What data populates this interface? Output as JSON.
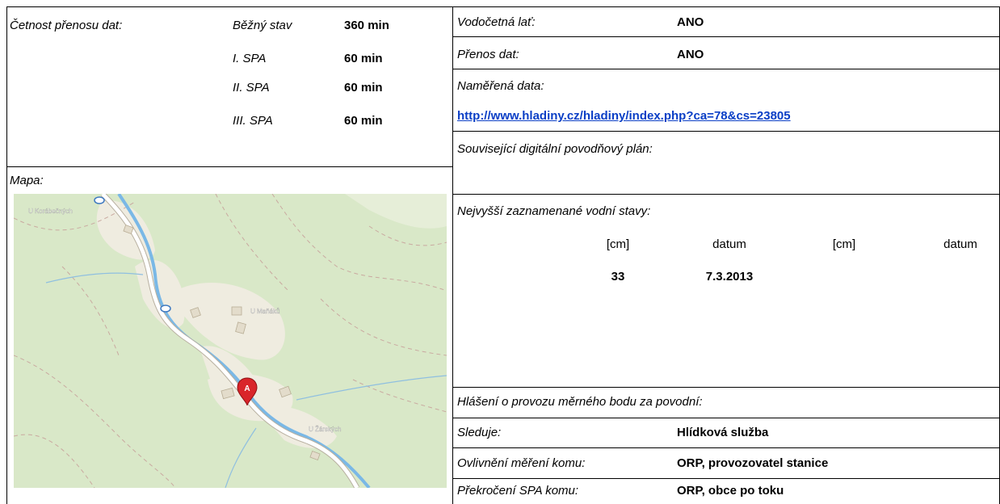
{
  "left": {
    "frequency_label": "Četnost přenosu dat:",
    "rows": [
      {
        "state": "Běžný stav",
        "value": "360 min"
      },
      {
        "state": "I. SPA",
        "value": "60 min"
      },
      {
        "state": "II. SPA",
        "value": "60 min"
      },
      {
        "state": "III. SPA",
        "value": "60 min"
      }
    ],
    "map_label": "Mapa:"
  },
  "map": {
    "places": [
      "U Korábečných",
      "U Maňáků",
      "U Žárských"
    ],
    "marker_letter": "A",
    "colors": {
      "land": "#d9e8c8",
      "clearing": "#efece0",
      "river": "#7ab8e6",
      "road": "#ffffff",
      "marker": "#d9252a"
    }
  },
  "right": {
    "gauge_label": "Vodočetná lať:",
    "gauge_value": "ANO",
    "transfer_label": "Přenos dat:",
    "transfer_value": "ANO",
    "measured_label": "Naměřená data:",
    "measured_link": "http://www.hladiny.cz/hladiny/index.php?ca=78&cs=23805",
    "plan_label": "Související digitální povodňový plán:",
    "highest_label": "Nejvyšší zaznamenané vodní stavy:",
    "highest_headers": [
      "[cm]",
      "datum",
      "[cm]",
      "datum"
    ],
    "highest_values": [
      {
        "cm": "33",
        "date": "7.3.2013"
      }
    ],
    "report_label": "Hlášení o provozu měrného bodu za povodní:",
    "monitors_label": "Sleduje:",
    "monitors_value": "Hlídková služba",
    "influence_label": "Ovlivnění měření komu:",
    "influence_value": "ORP, provozovatel stanice",
    "exceed_label": "Překročení SPA komu:",
    "exceed_value": "ORP, obce po toku"
  }
}
